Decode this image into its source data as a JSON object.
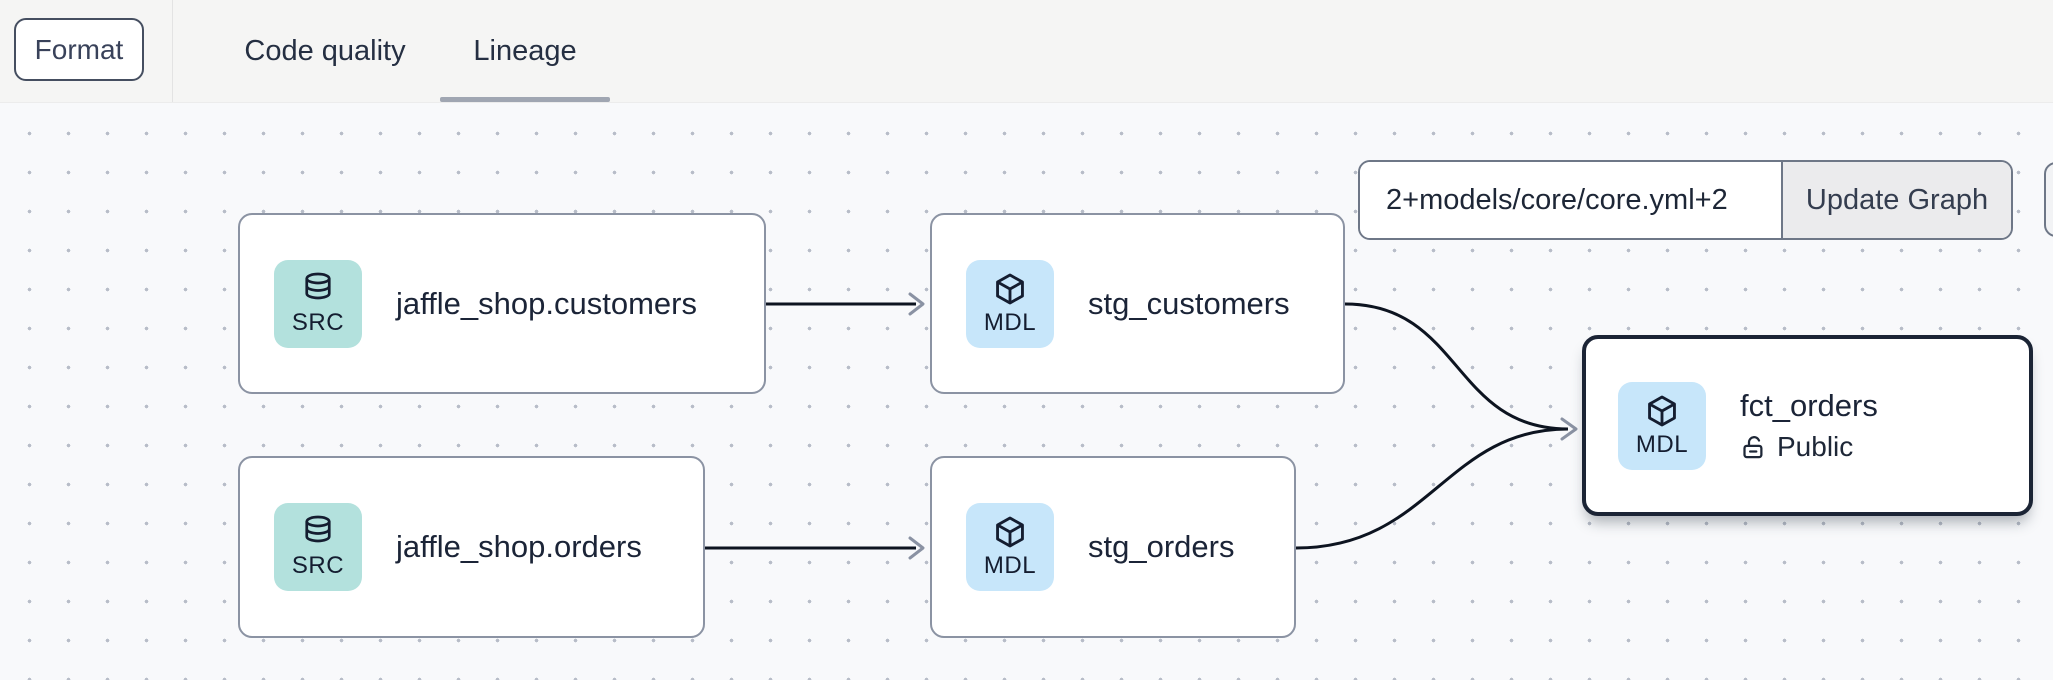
{
  "toolbar": {
    "format_label": "Format"
  },
  "tabs": [
    {
      "label": "Code quality",
      "active": false
    },
    {
      "label": "Lineage",
      "active": true
    }
  ],
  "graph_controls": {
    "selector_value": "2+models/core/core.yml+2",
    "update_button_label": "Update Graph"
  },
  "nodes": [
    {
      "id": "source-customers",
      "type": "SRC",
      "label": "jaffle_shop.customers",
      "icon": "database-icon"
    },
    {
      "id": "model-stg-customers",
      "type": "MDL",
      "label": "stg_customers",
      "icon": "cube-icon"
    },
    {
      "id": "source-orders",
      "type": "SRC",
      "label": "jaffle_shop.orders",
      "icon": "database-icon"
    },
    {
      "id": "model-stg-orders",
      "type": "MDL",
      "label": "stg_orders",
      "icon": "cube-icon"
    },
    {
      "id": "model-fct-orders",
      "type": "MDL",
      "label": "fct_orders",
      "icon": "cube-icon",
      "access": "Public",
      "selected": true
    }
  ],
  "edges": [
    {
      "from": "source-customers",
      "to": "model-stg-customers"
    },
    {
      "from": "source-orders",
      "to": "model-stg-orders"
    },
    {
      "from": "model-stg-customers",
      "to": "model-fct-orders"
    },
    {
      "from": "model-stg-orders",
      "to": "model-fct-orders"
    }
  ],
  "colors": {
    "source_tile": "#b3e1dd",
    "model_tile": "#c7e6fa",
    "canvas_bg": "#f8f9fb",
    "topbar_bg": "#f5f5f4",
    "node_border": "#8b93a3",
    "selected_node_border": "#1b2435",
    "edge": "#0d1420",
    "arrowhead": "#8a92a3",
    "tab_underline": "#a0a6b2"
  }
}
